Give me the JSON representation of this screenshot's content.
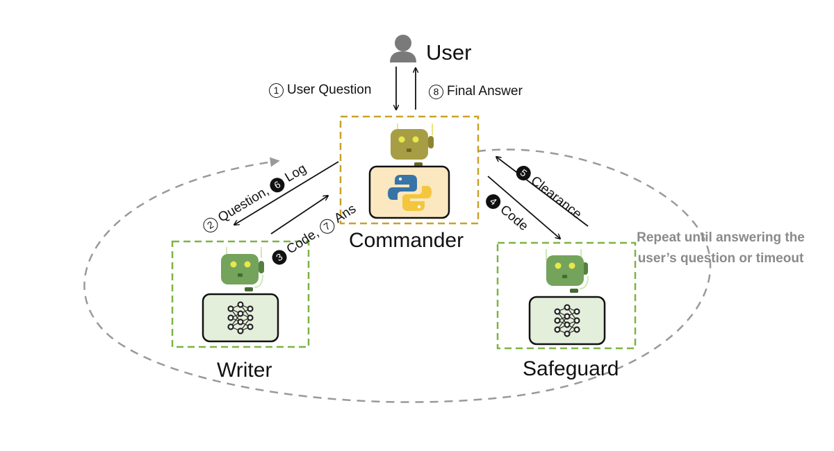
{
  "nodes": {
    "user": "User",
    "commander": "Commander",
    "writer": "Writer",
    "safeguard": "Safeguard"
  },
  "steps": {
    "s1": {
      "num": "1",
      "text": "User Question"
    },
    "s2": {
      "num": "2",
      "text": "Question,"
    },
    "s3": {
      "num": "3",
      "text": "Code,"
    },
    "s4": {
      "num": "4",
      "text": "Code"
    },
    "s5": {
      "num": "5",
      "text": "Clearance"
    },
    "s6": {
      "num": "6",
      "text": "Log"
    },
    "s7": {
      "num": "7",
      "text": "Ans"
    },
    "s8": {
      "num": "8",
      "text": "Final Answer"
    }
  },
  "note": "Repeat until answering the user’s question or timeout",
  "colors": {
    "commander_border": "#c9a227",
    "agent_border": "#7cb342",
    "commander_robot": "#a79d45",
    "agent_robot": "#74a35c",
    "robot_eye": "#e8e84a",
    "panel_commander": "#fbe7c0",
    "panel_agent": "#e3efdb",
    "loop": "#999999",
    "user_icon": "#7a7a7a"
  },
  "icons": {
    "user": "person-icon",
    "commander_robot": "robot-icon",
    "commander_panel": "python-logo-icon",
    "agent_panel": "neural-network-icon"
  }
}
